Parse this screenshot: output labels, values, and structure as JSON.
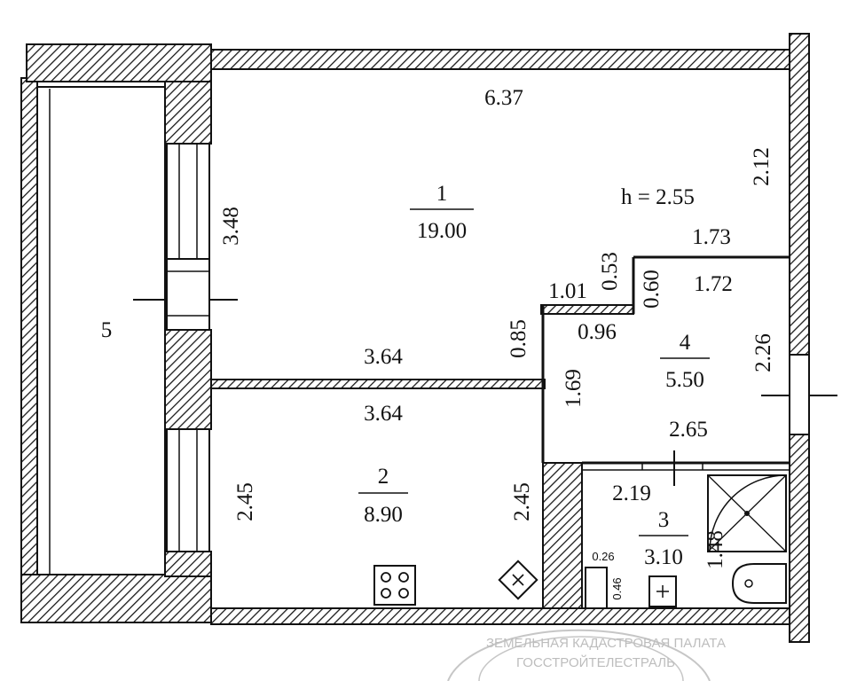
{
  "plan": {
    "height_note": "h = 2.55",
    "rooms": [
      {
        "number": "1",
        "area": "19.00"
      },
      {
        "number": "2",
        "area": "8.90"
      },
      {
        "number": "3",
        "area": "3.10"
      },
      {
        "number": "4",
        "area": "5.50"
      },
      {
        "number": "5",
        "area": ""
      }
    ],
    "dimensions": {
      "top_width": "6.37",
      "left_upper_height": "3.48",
      "right_upper_height": "2.12",
      "corridor_top": "1.73",
      "corridor_inner": "1.72",
      "step_vertical": "0.53",
      "step_horizontal": "1.01",
      "closet_vertical": "0.60",
      "partition_height": "0.85",
      "closet_width": "0.96",
      "hall_height": "2.26",
      "wall_top_length": "3.64",
      "wall_bottom_length": "3.64",
      "hall_left_height": "1.69",
      "bath_top_width": "2.65",
      "kitchen_left_height": "2.45",
      "kitchen_right_height": "2.45",
      "bath_inner_width": "2.19",
      "bath_height": "1.48",
      "shaft_width": "0.26",
      "shaft_height": "0.46"
    },
    "stamp_lines": [
      "ЗЕМЕЛЬНАЯ КАДАСТРОВАЯ ПАЛАТА",
      "ГОССТРОЙТЕЛЕСТРАЛЬ"
    ]
  }
}
